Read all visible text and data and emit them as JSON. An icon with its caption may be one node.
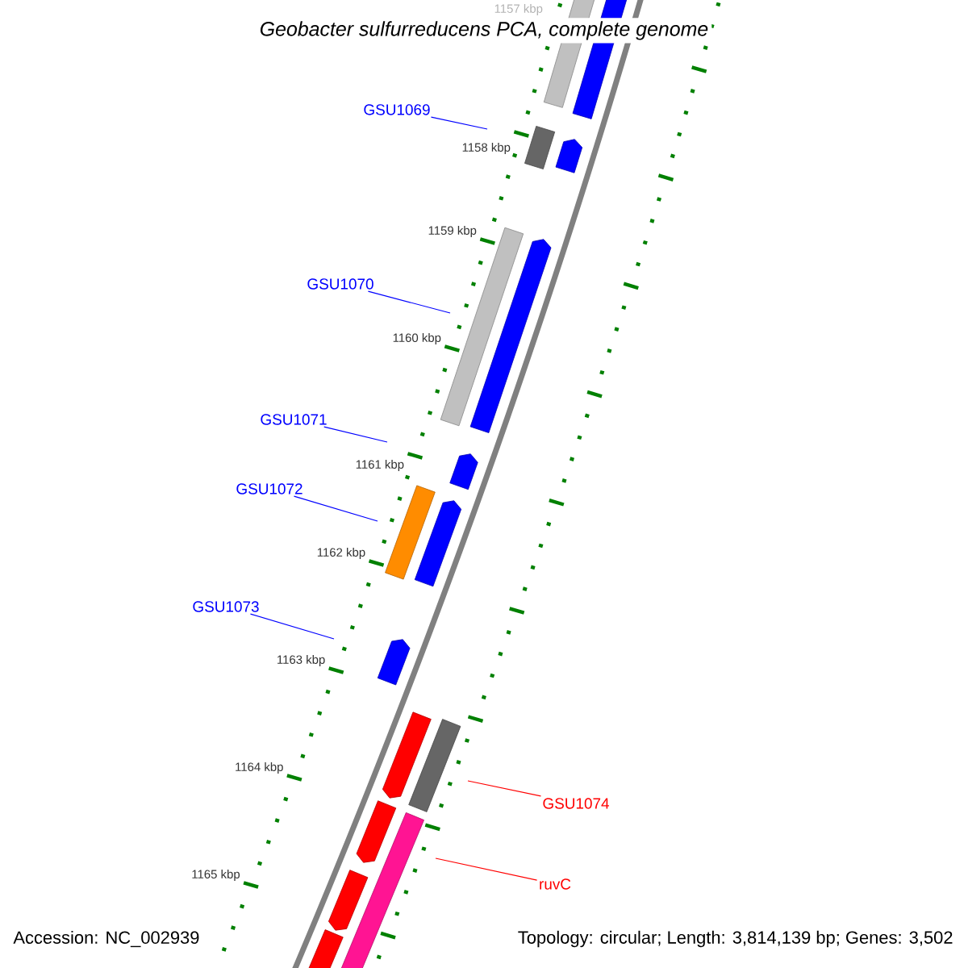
{
  "diagram": {
    "title": "Geobacter sulfurreducens PCA, complete genome",
    "nodes": [
      {
        "text": [
          "GSU1069"
        ]
      },
      {
        "text": [
          "GSU1070"
        ]
      },
      {
        "text": [
          "GSU1071"
        ]
      },
      {
        "text": [
          "GSU1072"
        ]
      },
      {
        "text": [
          "GSU1073"
        ]
      },
      {
        "text": [
          "GSU1074"
        ]
      },
      {
        "text": [
          "ruvC"
        ]
      }
    ],
    "edges": [
      {
        "from": 0,
        "to": null,
        "arrow": "none"
      },
      {
        "from": 1,
        "to": null,
        "arrow": "none"
      },
      {
        "from": 2,
        "to": null,
        "arrow": "none"
      },
      {
        "from": 3,
        "to": null,
        "arrow": "none"
      },
      {
        "from": 4,
        "to": null,
        "arrow": "none"
      },
      {
        "from": 5,
        "to": null,
        "arrow": "none",
        "color": "#ff0000"
      },
      {
        "from": 6,
        "to": null,
        "arrow": "none",
        "color": "#ff0000"
      }
    ],
    "labels": [
      "1157 kbp",
      "1158 kbp",
      "1159 kbp",
      "1160 kbp",
      "1161 kbp",
      "1162 kbp",
      "1163 kbp",
      "1164 kbp",
      "1165 kbp",
      "Accession: NC_002939",
      "Topology: circular; Length: 3,814,139 bp; Genes: 3,502"
    ]
  }
}
